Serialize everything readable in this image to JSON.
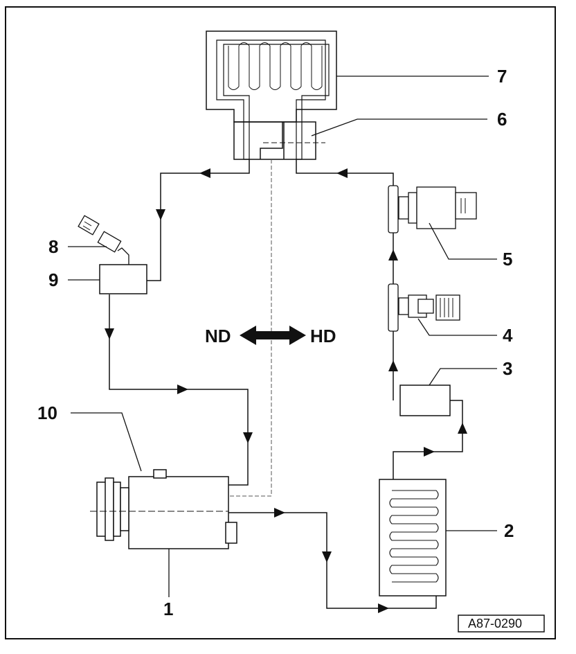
{
  "diagram": {
    "callouts": {
      "c1": "1",
      "c2": "2",
      "c3": "3",
      "c4": "4",
      "c5": "5",
      "c6": "6",
      "c7": "7",
      "c8": "8",
      "c9": "9",
      "c10": "10"
    },
    "pressure_labels": {
      "low": "ND",
      "high": "HD"
    },
    "reference_code": "A87-0290"
  }
}
